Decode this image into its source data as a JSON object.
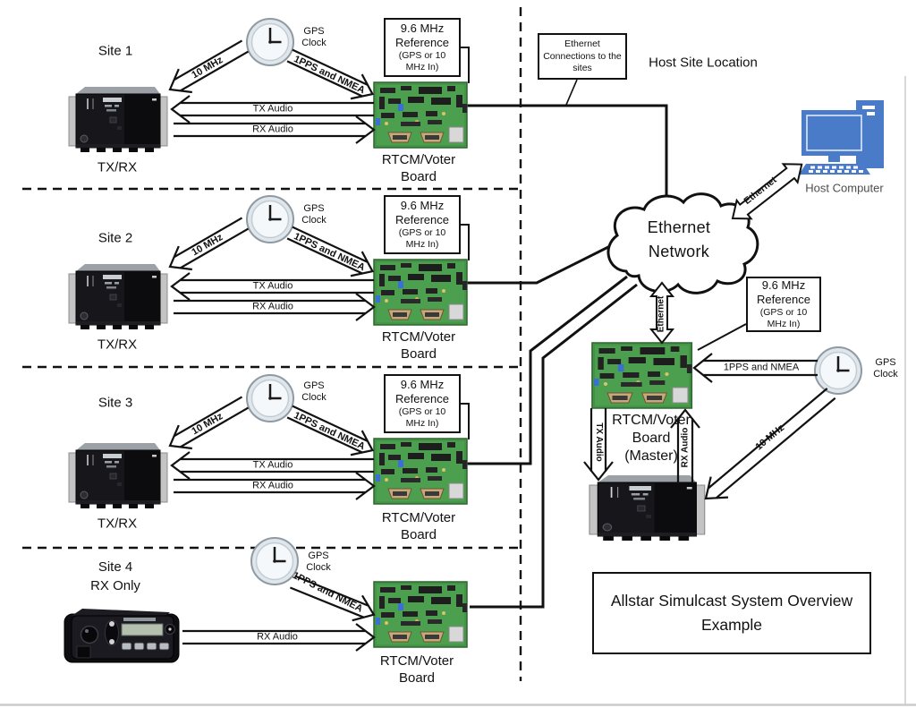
{
  "title": {
    "line1": "Allstar Simulcast System Overview",
    "line2": "Example"
  },
  "labels": {
    "gps_line1": "GPS",
    "gps_line2": "Clock",
    "ten_mhz": "10 MHz",
    "pps_nmea": "1PPS and NMEA",
    "tx_audio": "TX Audio",
    "rx_audio": "RX Audio",
    "txrx": "TX/RX",
    "rtcm_line1": "RTCM/Voter",
    "rtcm_line2": "Board",
    "ref_line1": "9.6 MHz",
    "ref_line2": "Reference",
    "ref_line3": "(GPS or 10",
    "ref_line4": "MHz In)",
    "ethernet": "Ethernet"
  },
  "sites": [
    {
      "name": "Site 1"
    },
    {
      "name": "Site 2"
    },
    {
      "name": "Site 3"
    },
    {
      "name": "Site 4",
      "name2": "RX Only"
    }
  ],
  "host": {
    "connections_box_line1": "Ethernet",
    "connections_box_line2": "Connections to the",
    "connections_box_line3": "sites",
    "location": "Host Site Location",
    "computer": "Host Computer",
    "cloud_line1": "Ethernet",
    "cloud_line2": "Network",
    "master_line1": "RTCM/Voter",
    "master_line2": "Board",
    "master_line3": "(Master)"
  },
  "icons": {
    "gps_clock": "clock-icon",
    "radio": "rack-radio-image",
    "mobile_radio": "mobile-radio-image",
    "pcb": "rtcm-voter-board-image",
    "host_computer": "desktop-computer-icon"
  },
  "colors": {
    "line": "#111111",
    "pcb_green": "#4c9f4e",
    "computer_blue": "#4a7bc8",
    "clock_face": "#dfe7ed",
    "page_edge": "#cccccc"
  }
}
